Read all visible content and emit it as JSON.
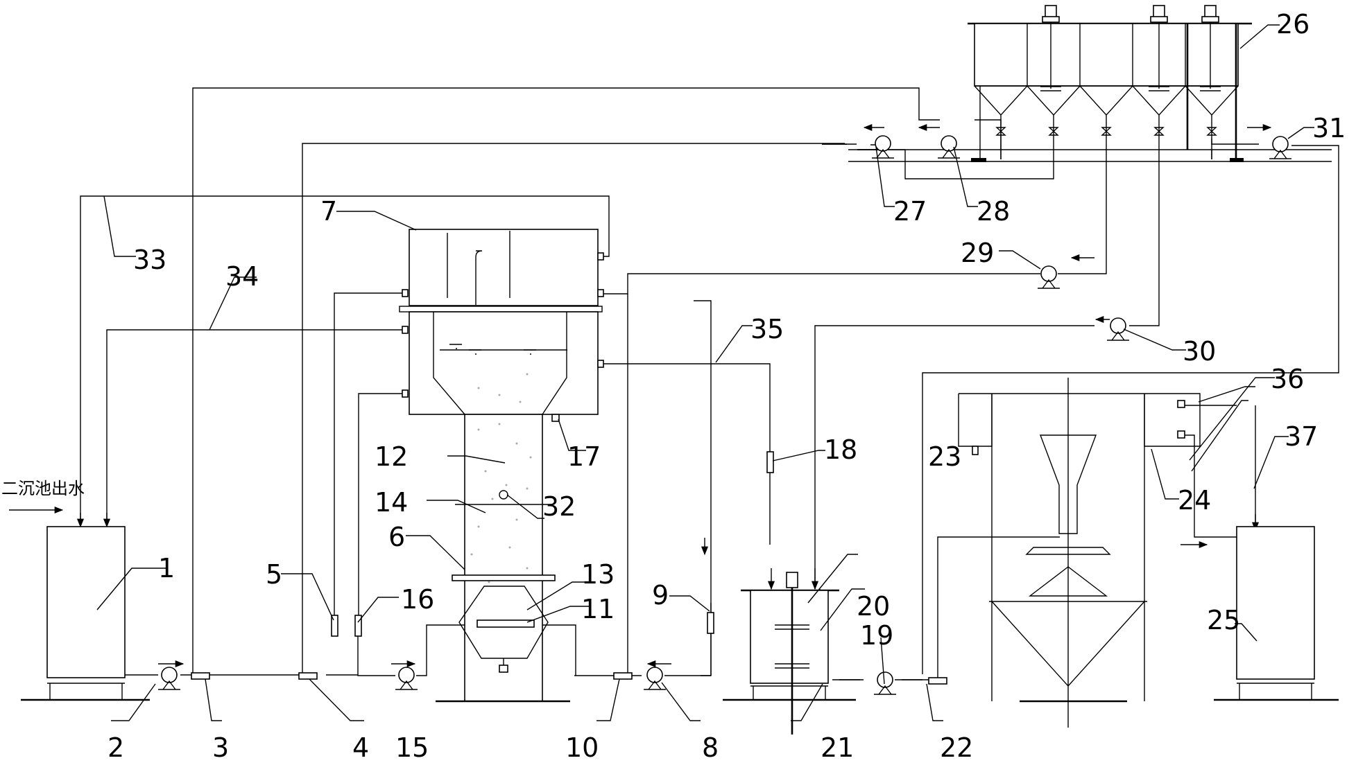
{
  "diagram": {
    "inlet_label": "二沉池出水",
    "labels": {
      "n1": "1",
      "n2": "2",
      "n3": "3",
      "n4": "4",
      "n5": "5",
      "n6": "6",
      "n7": "7",
      "n8": "8",
      "n9": "9",
      "n10": "10",
      "n11": "11",
      "n12": "12",
      "n13": "13",
      "n14": "14",
      "n15": "15",
      "n16": "16",
      "n17": "17",
      "n18": "18",
      "n19": "19",
      "n20": "20",
      "n21": "21",
      "n22": "22",
      "n23": "23",
      "n24": "24",
      "n25": "25",
      "n26": "26",
      "n27": "27",
      "n28": "28",
      "n29": "29",
      "n30": "30",
      "n31": "31",
      "n32": "32",
      "n33": "33",
      "n34": "34",
      "n35": "35",
      "n36": "36",
      "n37": "37"
    }
  }
}
